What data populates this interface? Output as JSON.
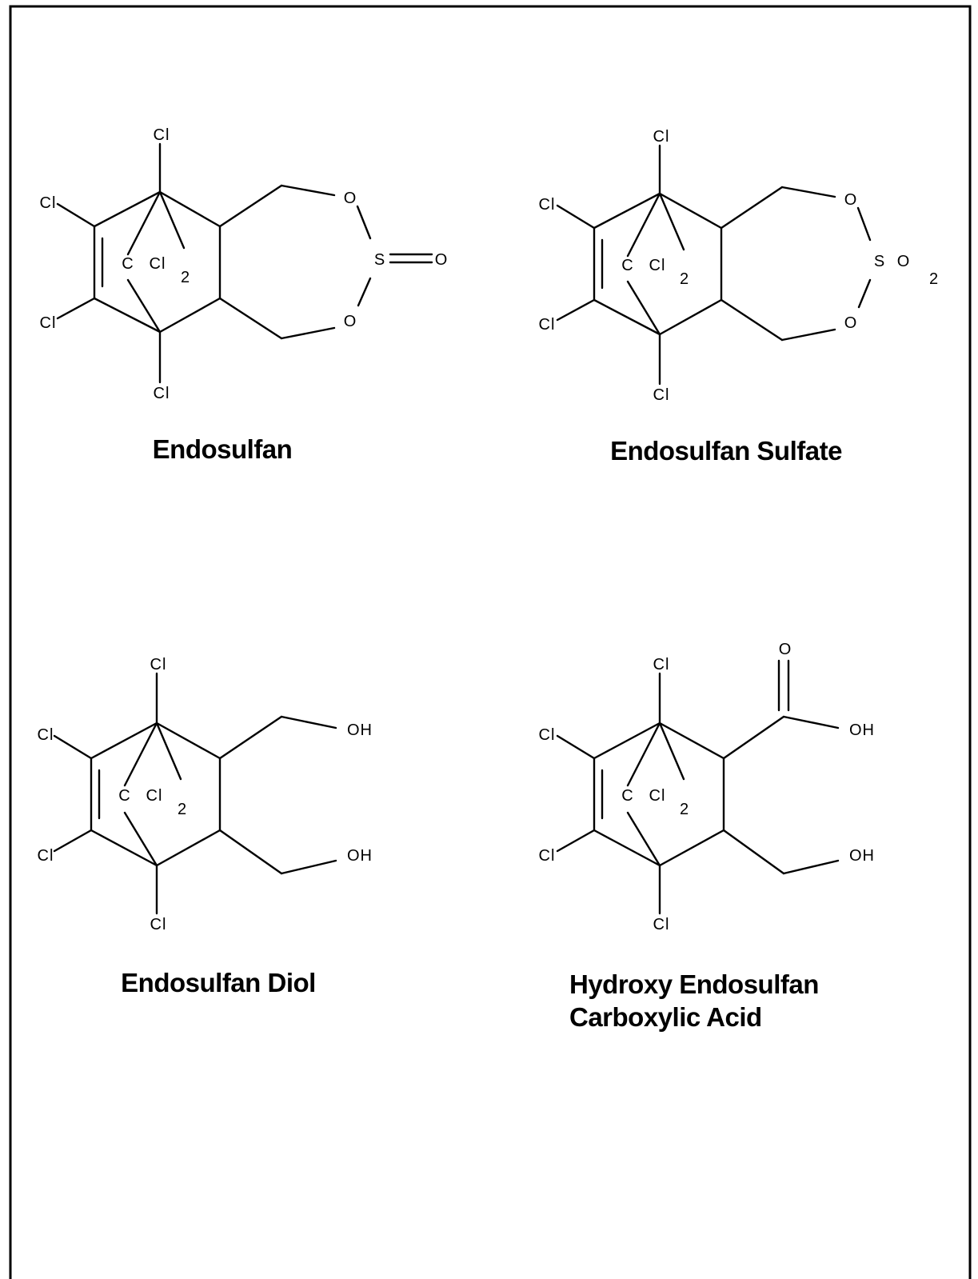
{
  "atoms": {
    "cl": "Cl",
    "c": "C",
    "sub2": "2",
    "o": "O",
    "s": "S",
    "oh": "OH"
  },
  "structures": [
    {
      "name": "endosulfan",
      "caption_lines": [
        "Endosulfan"
      ]
    },
    {
      "name": "endosulfan-sulfate",
      "caption_lines": [
        "Endosulfan Sulfate"
      ]
    },
    {
      "name": "endosulfan-diol",
      "caption_lines": [
        "Endosulfan Diol"
      ]
    },
    {
      "name": "hydroxy-endosulfan-carboxylic-acid",
      "caption_lines": [
        "Hydroxy Endosulfan",
        "Carboxylic Acid"
      ]
    }
  ],
  "colors": {
    "ink": "#000000",
    "paper": "#ffffff"
  }
}
